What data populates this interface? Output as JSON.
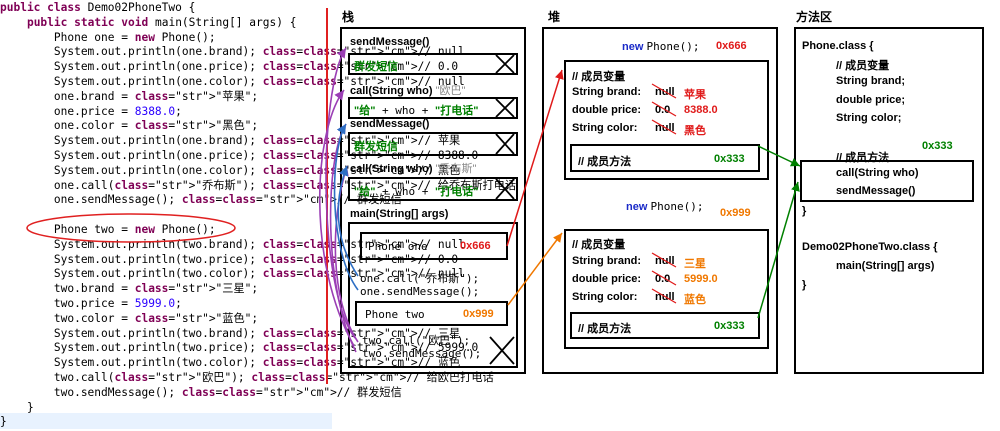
{
  "code_lines": [
    "public class Demo02PhoneTwo {",
    "    public static void main(String[] args) {",
    "        Phone one = new Phone();",
    "        System.out.println(one.brand); // null",
    "        System.out.println(one.price); // 0.0",
    "        System.out.println(one.color); // null",
    "        one.brand = \"苹果\";",
    "        one.price = 8388.0;",
    "        one.color = \"黑色\";",
    "        System.out.println(one.brand); // 苹果",
    "        System.out.println(one.price); // 8388.0",
    "        System.out.println(one.color); // 黑色",
    "        one.call(\"乔布斯\"); // 给乔布斯打电话",
    "        one.sendMessage(); // 群发短信",
    "",
    "        Phone two = new Phone();",
    "        System.out.println(two.brand); // null",
    "        System.out.println(two.price); // 0.0",
    "        System.out.println(two.color); // null",
    "        two.brand = \"三星\";",
    "        two.price = 5999.0;",
    "        two.color = \"蓝色\";",
    "        System.out.println(two.brand); // 三星",
    "        System.out.println(two.price); // 5999.0",
    "        System.out.println(two.color); // 蓝色",
    "        two.call(\"欧巴\"); // 给欧巴打电话",
    "        two.sendMessage(); // 群发短信",
    "    }",
    "}"
  ],
  "stack": {
    "title": "栈",
    "frame1_title": "sendMessage()",
    "frame1_body": "群发短信",
    "frame2_title": "call(String who)",
    "frame2_arg": "\"欧巴\"",
    "frame2_body_a": "\"给\"",
    "frame2_body_b": " + who + ",
    "frame2_body_c": "\"打电话\"",
    "frame3_title": "sendMessage()",
    "frame3_body": "群发短信",
    "frame4_title": "call(String who)",
    "frame4_arg": "\"乔布斯\"",
    "frame4_body_a": "\"给\"",
    "frame4_body_b": " + who + ",
    "frame4_body_c": "\"打电话\"",
    "main_title": "main(String[] args)",
    "var_one": "Phone  one",
    "var_one_addr": "0x666",
    "call_one_1": "one.call(\"乔布斯\");",
    "call_one_2": "one.sendMessage();",
    "var_two": "Phone  two",
    "var_two_addr": "0x999",
    "call_two_1": "two.call(\"欧巴\");",
    "call_two_2": "two.sendMessage();"
  },
  "heap": {
    "title": "堆",
    "obj1_header_a": "new",
    "obj1_header_b": "Phone();",
    "obj1_addr": "0x666",
    "obj1_fields_title": "// 成员变量",
    "obj1_f1": "String brand:",
    "obj1_f1_old": "null",
    "obj1_f1_new": "苹果",
    "obj1_f2": "double price:",
    "obj1_f2_old": "0.0",
    "obj1_f2_new": "8388.0",
    "obj1_f3": "String color:",
    "obj1_f3_old": "null",
    "obj1_f3_new": "黑色",
    "obj1_methods": "// 成员方法",
    "obj1_methods_addr": "0x333",
    "obj2_header_a": "new",
    "obj2_header_b": "Phone();",
    "obj2_addr": "0x999",
    "obj2_fields_title": "// 成员变量",
    "obj2_f1": "String brand:",
    "obj2_f1_old": "null",
    "obj2_f1_new": "三星",
    "obj2_f2": "double price:",
    "obj2_f2_old": "0.0",
    "obj2_f2_new": "5999.0",
    "obj2_f3": "String color:",
    "obj2_f3_old": "null",
    "obj2_f3_new": "蓝色",
    "obj2_methods": "// 成员方法",
    "obj2_methods_addr": "0x333"
  },
  "method_area": {
    "title": "方法区",
    "phone_class": "Phone.class {",
    "fields_comment": "// 成员变量",
    "field1": "String brand;",
    "field2": "double price;",
    "field3": "String color;",
    "methods_addr": "0x333",
    "methods_comment": "// 成员方法",
    "method1": "call(String who)",
    "method2": "sendMessage()",
    "close1": "}",
    "demo_class": "Demo02PhoneTwo.class {",
    "demo_method": "main(String[] args)",
    "close2": "}"
  },
  "colors": {
    "red": "#e01a1a",
    "orange": "#f07800",
    "green": "#008000",
    "purple": "#9b3fb5",
    "blue": "#2d6fc4"
  }
}
